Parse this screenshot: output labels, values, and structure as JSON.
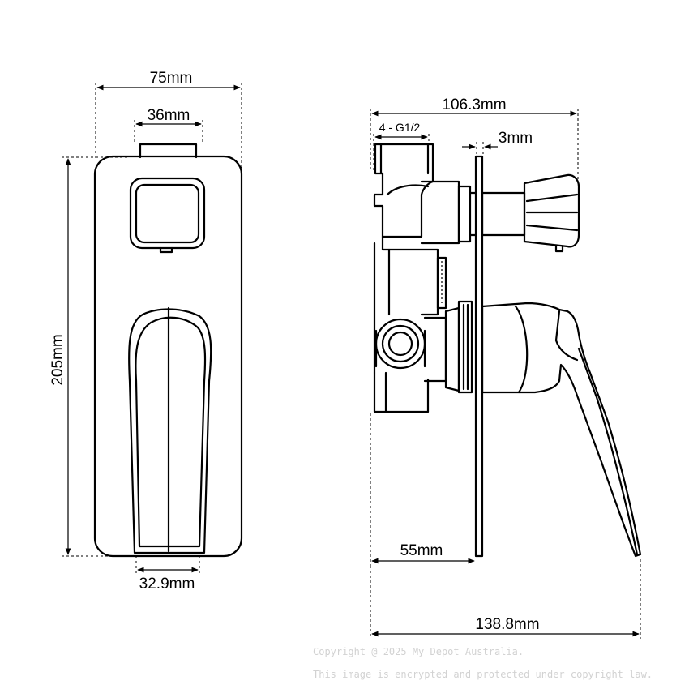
{
  "front_view": {
    "width_label": "75mm",
    "button_width_label": "36mm",
    "height_label": "205mm",
    "handle_width_label": "32.9mm"
  },
  "side_view": {
    "depth_label": "106.3mm",
    "inlet_label": "4 - G1/2",
    "plate_label": "3mm",
    "body_label": "55mm",
    "total_label": "138.8mm"
  },
  "watermark": {
    "line1": "Copyright @ 2025 My Depot Australia.",
    "line2": "This image is encrypted and protected under copyright law."
  }
}
